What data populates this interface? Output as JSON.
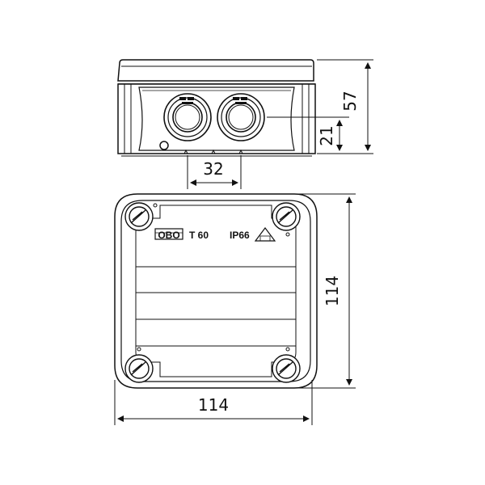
{
  "dimensions": {
    "height_total": "57",
    "height_lower": "21",
    "entry_spacing": "32",
    "depth": "114",
    "width": "114"
  },
  "markings": {
    "brand": "OBO",
    "model": "T 60",
    "rating": "IP66"
  },
  "colors": {
    "line": "#111111",
    "background": "#ffffff"
  }
}
